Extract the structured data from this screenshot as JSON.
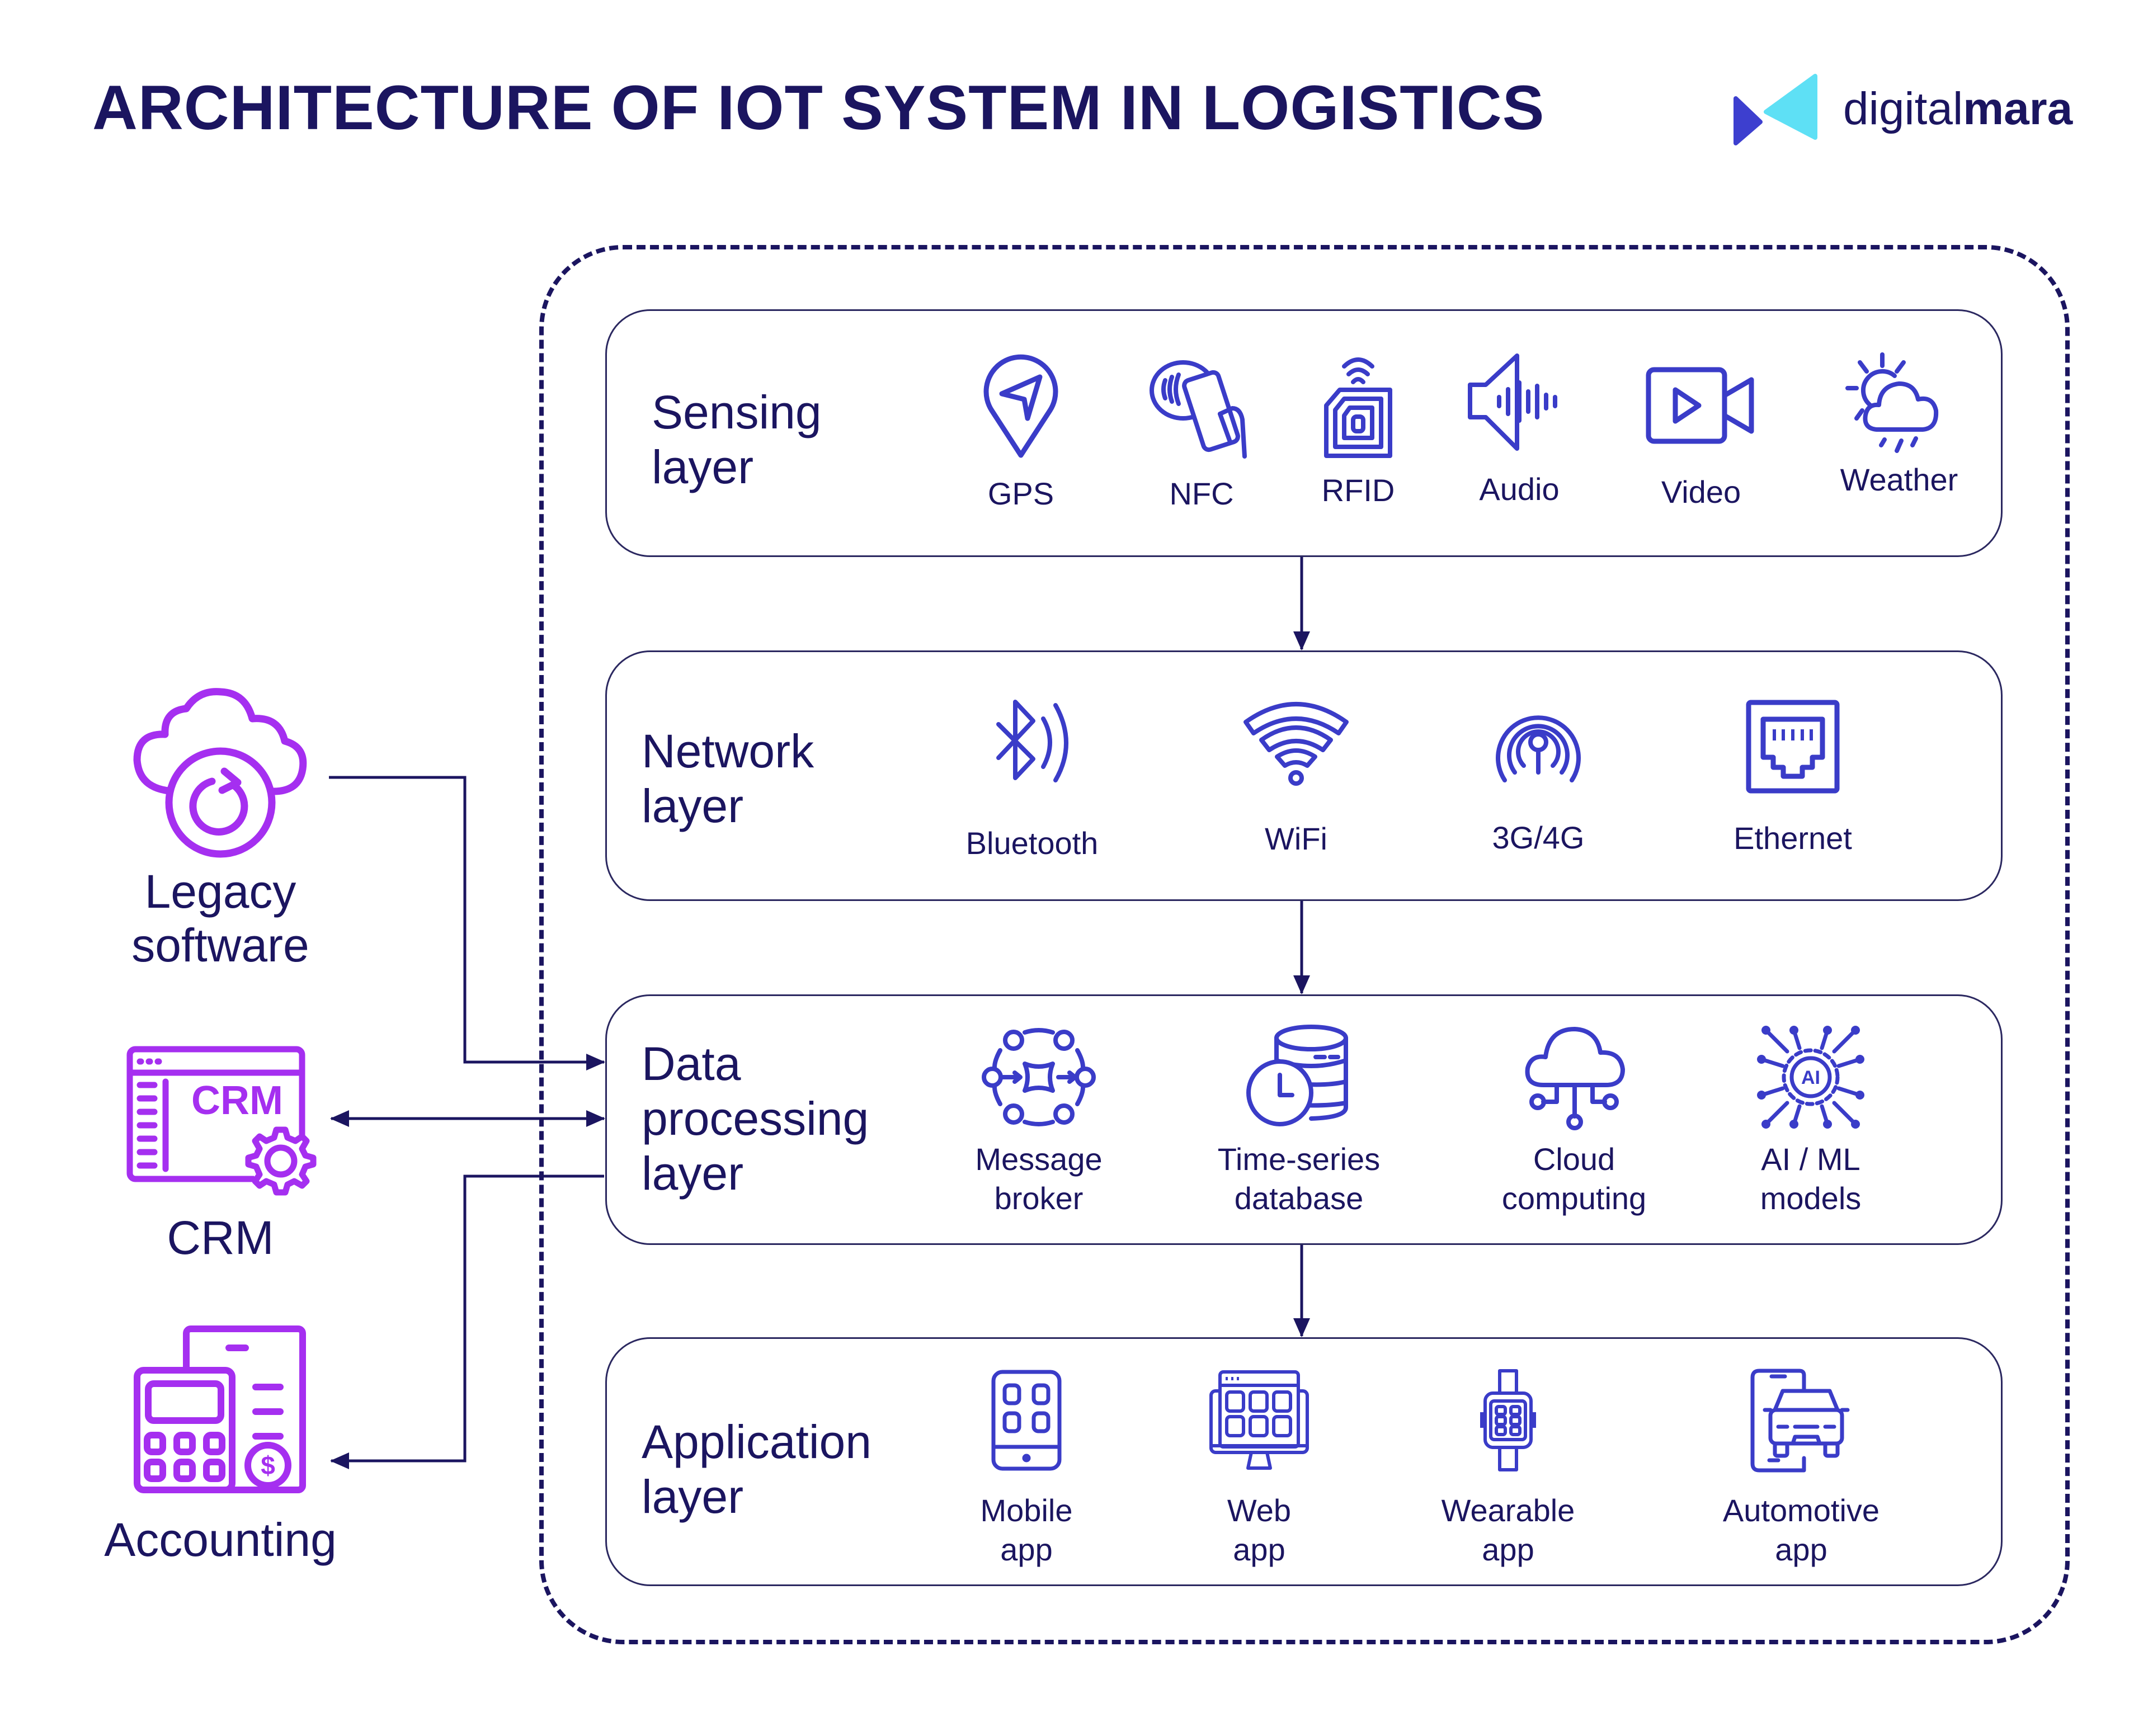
{
  "title": "ARCHITECTURE OF IOT SYSTEM IN LOGISTICS",
  "logo": {
    "text_light": "digital",
    "text_bold": "mara",
    "colors": {
      "triangle_dark": "#3d3fcf",
      "triangle_light": "#5ee0f5"
    }
  },
  "colors": {
    "navy": "#1b1560",
    "icon_blue": "#3a3cc8",
    "purple": "#a52ff0"
  },
  "layers": [
    {
      "label_line1": "Sensing",
      "label_line2": "layer",
      "label_line3": "",
      "items": [
        {
          "icon": "gps-icon",
          "line1": "GPS",
          "line2": ""
        },
        {
          "icon": "nfc-icon",
          "line1": "NFC",
          "line2": ""
        },
        {
          "icon": "rfid-icon",
          "line1": "RFID",
          "line2": ""
        },
        {
          "icon": "audio-icon",
          "line1": "Audio",
          "line2": ""
        },
        {
          "icon": "video-icon",
          "line1": "Video",
          "line2": ""
        },
        {
          "icon": "weather-icon",
          "line1": "Weather",
          "line2": ""
        }
      ]
    },
    {
      "label_line1": "Network",
      "label_line2": "layer",
      "label_line3": "",
      "items": [
        {
          "icon": "bluetooth-icon",
          "line1": "Bluetooth",
          "line2": ""
        },
        {
          "icon": "wifi-icon",
          "line1": "WiFi",
          "line2": ""
        },
        {
          "icon": "cellular-icon",
          "line1": "3G/4G",
          "line2": ""
        },
        {
          "icon": "ethernet-icon",
          "line1": "Ethernet",
          "line2": ""
        }
      ]
    },
    {
      "label_line1": "Data",
      "label_line2": "processing",
      "label_line3": "layer",
      "items": [
        {
          "icon": "message-broker-icon",
          "line1": "Message",
          "line2": "broker"
        },
        {
          "icon": "time-series-database-icon",
          "line1": "Time-series",
          "line2": "database"
        },
        {
          "icon": "cloud-computing-icon",
          "line1": "Cloud",
          "line2": "computing"
        },
        {
          "icon": "ai-ml-icon",
          "line1": "AI / ML",
          "line2": "models"
        }
      ]
    },
    {
      "label_line1": "Application",
      "label_line2": "layer",
      "label_line3": "",
      "items": [
        {
          "icon": "mobile-app-icon",
          "line1": "Mobile",
          "line2": "app"
        },
        {
          "icon": "web-app-icon",
          "line1": "Web",
          "line2": "app"
        },
        {
          "icon": "wearable-app-icon",
          "line1": "Wearable",
          "line2": "app"
        },
        {
          "icon": "automotive-app-icon",
          "line1": "Automotive",
          "line2": "app"
        }
      ]
    }
  ],
  "external_systems": [
    {
      "icon": "legacy-software-icon",
      "line1": "Legacy",
      "line2": "software",
      "connection": "to data processing layer"
    },
    {
      "icon": "crm-icon",
      "line1": "CRM",
      "line2": "",
      "icon_text": "CRM",
      "connection": "bidirectional with data processing layer"
    },
    {
      "icon": "accounting-icon",
      "line1": "Accounting",
      "line2": "",
      "connection": "from data processing layer"
    }
  ]
}
